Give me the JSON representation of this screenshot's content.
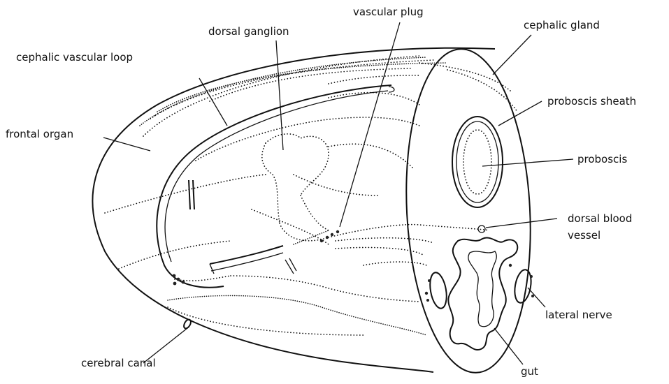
{
  "labels": {
    "cephalic_vascular_loop": "cephalic vascular loop",
    "dorsal_ganglion": "dorsal ganglion",
    "vascular_plug": "vascular plug",
    "cephalic_gland": "cephalic gland",
    "proboscis_sheath": "proboscis sheath",
    "frontal_organ": "frontal organ",
    "proboscis": "proboscis",
    "dorsal_blood_vessel_line1": "dorsal blood",
    "dorsal_blood_vessel_line2": "vessel",
    "lateral_nerve": "lateral nerve",
    "cerebral_canal": "cerebral canal",
    "gut": "gut"
  },
  "colors": {
    "ink": "#111111",
    "background": "#ffffff"
  }
}
